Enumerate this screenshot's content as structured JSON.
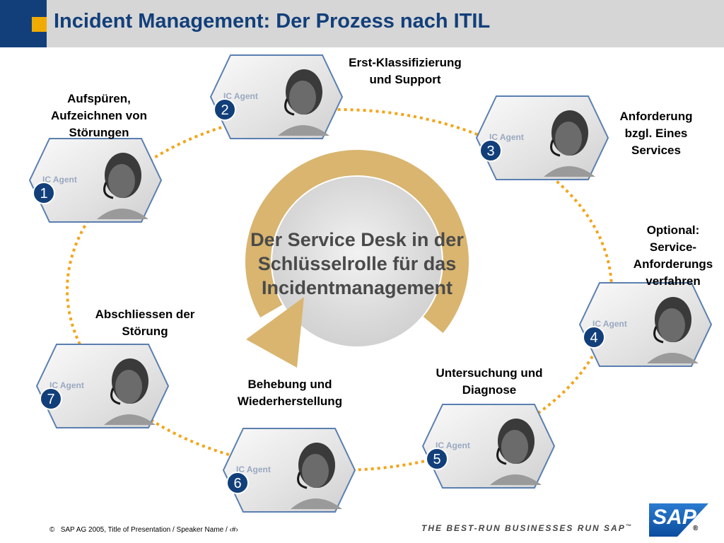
{
  "slide": {
    "title": "Incident Management: Der Prozess nach ITIL"
  },
  "colors": {
    "brand_blue": "#123f7a",
    "accent_orange": "#f0ab00",
    "ring_gold": "#d9b56f",
    "dot_orange": "#f3a51b"
  },
  "cycle": {
    "center_text": [
      "Der Service Desk in der",
      "Schlüsselrolle für das",
      "Incidentmanagement"
    ],
    "agent_badge_text": "IC Agent",
    "steps": [
      {
        "number": "1",
        "label": [
          "Aufspüren,",
          "Aufzeichnen von",
          "Störungen"
        ]
      },
      {
        "number": "2",
        "label": [
          "Erst-Klassifizierung",
          "und Support"
        ]
      },
      {
        "number": "3",
        "label": [
          "Anforderung",
          "bzgl. Eines",
          "Services"
        ]
      },
      {
        "number": "4",
        "label": [
          "Untersuchung und",
          "Diagnose"
        ]
      },
      {
        "number": "5",
        "label": [
          "Behebung und",
          "Wiederherstellung"
        ]
      },
      {
        "number": "6",
        "label": [
          "Abschliessen der",
          "Störung"
        ]
      },
      {
        "number": "7",
        "label": []
      }
    ],
    "optional_label": [
      "Optional:",
      "Service-",
      "Anforderungs",
      "verfahren"
    ]
  },
  "footer": {
    "copyright_symbol": "©",
    "text": "SAP AG 2005, Title of Presentation / Speaker Name / ‹#›",
    "tagline": "THE BEST-RUN BUSINESSES RUN SAP",
    "tm": "™",
    "logo_text": "SAP",
    "registered": "®"
  }
}
